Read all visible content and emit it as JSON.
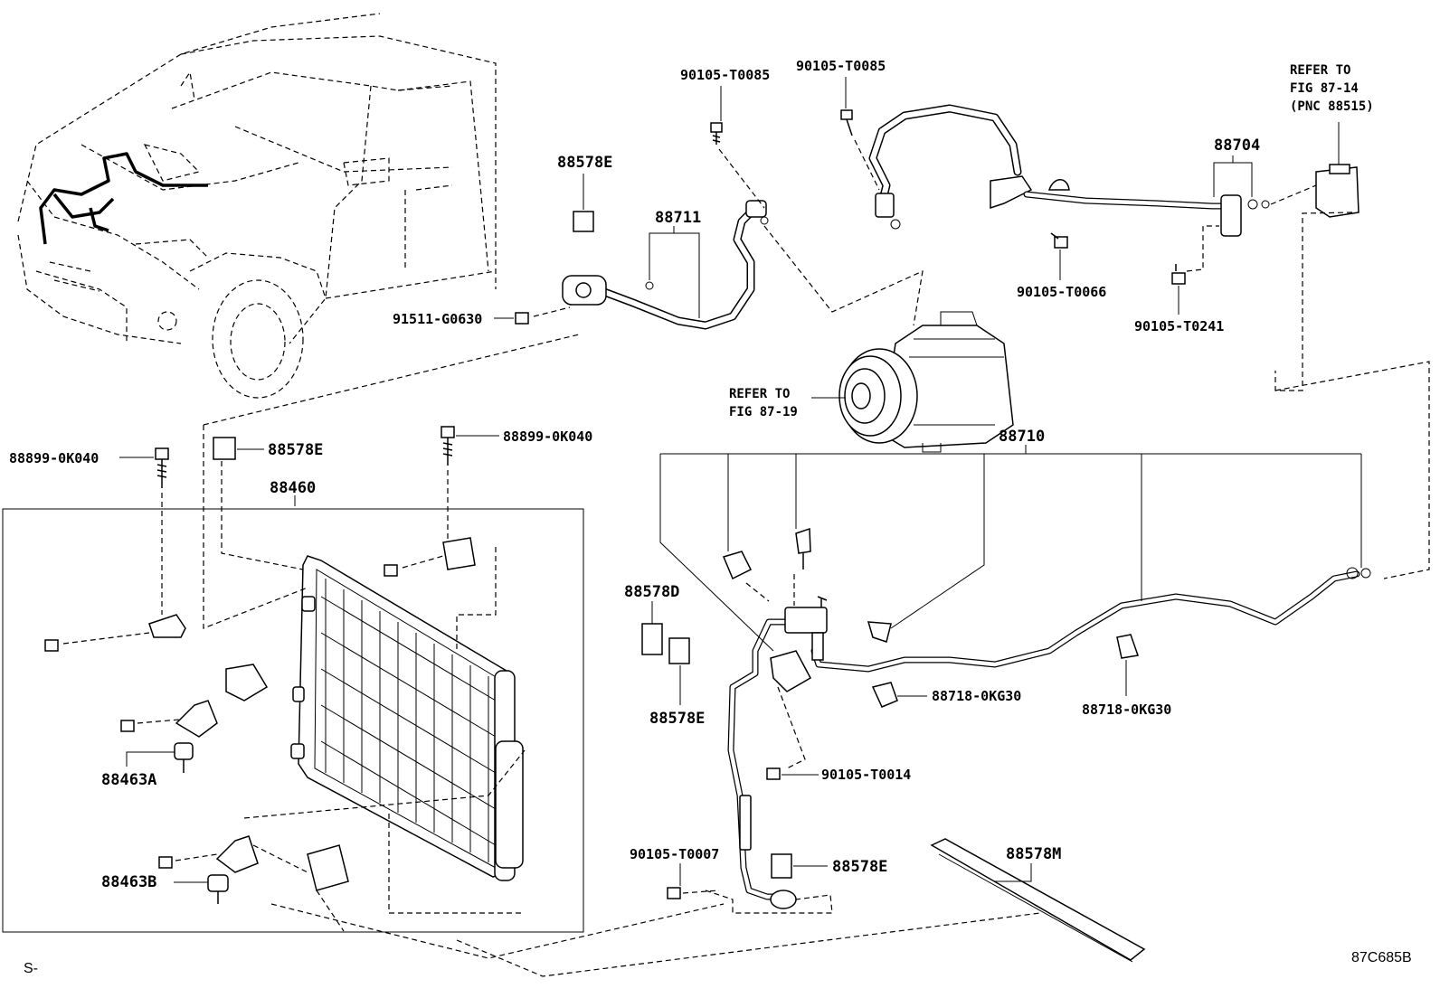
{
  "labels": {
    "bolt_t0085_a": "90105-T0085",
    "bolt_t0085_b": "90105-T0085",
    "refer_fig_87_14_line1": "REFER TO",
    "refer_fig_87_14_line2": "FIG 87-14",
    "refer_fig_87_14_line3": "(PNC 88515)",
    "tube_88704": "88704",
    "cushion_88578e_top": "88578E",
    "hose_88711": "88711",
    "bolt_t0066": "90105-T0066",
    "bolt_t0241": "90105-T0241",
    "bolt_91511_g0630": "91511-G0630",
    "refer_fig_87_19_line1": "REFER TO",
    "refer_fig_87_19_line2": "FIG 87-19",
    "tube_88710": "88710",
    "bolt_88899_0k040_left": "88899-0K040",
    "bolt_88899_0k040_right": "88899-0K040",
    "cushion_88578e_mid": "88578E",
    "condenser_88460": "88460",
    "cushion_88578d": "88578D",
    "cushion_88578e_low": "88578E",
    "clamp_88718_a": "88718-0KG30",
    "clamp_88718_b": "88718-0KG30",
    "bracket_88463a": "88463A",
    "bolt_t0014": "90105-T0014",
    "bolt_t0007": "90105-T0007",
    "cushion_88578e_bottom": "88578E",
    "rail_88578m": "88578M",
    "bracket_88463b": "88463B",
    "corner_left": "S-",
    "corner_right": "87C685B"
  }
}
